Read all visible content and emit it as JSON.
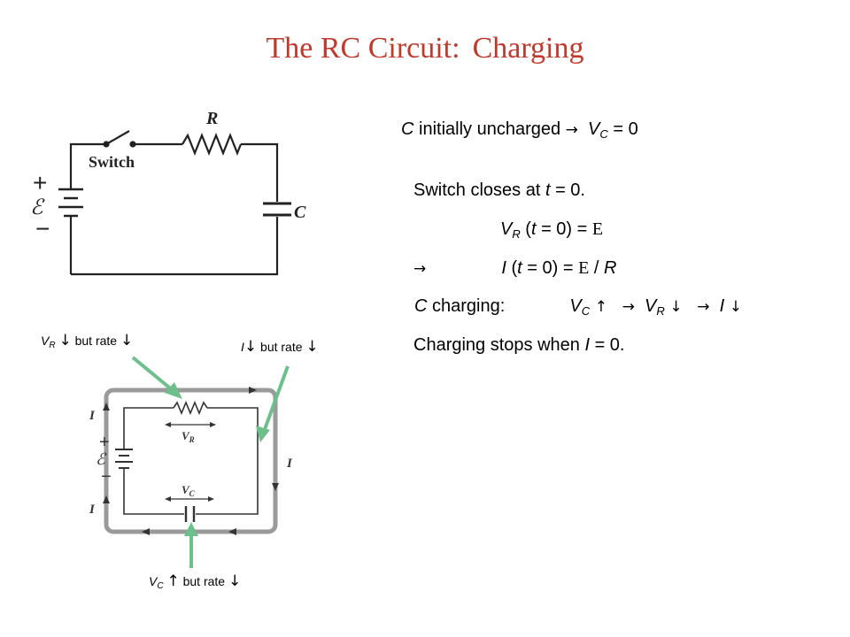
{
  "title": {
    "part1": "The RC Circuit:",
    "part2": "Charging"
  },
  "diagram1": {
    "switch_label": "Switch",
    "r_label": "R",
    "c_label": "C",
    "emf_label": "ℰ",
    "plus": "+",
    "minus": "−"
  },
  "diagram2": {
    "i_label": "I",
    "vr_label": "V",
    "vr_sub": "R",
    "vc_label": "V",
    "vc_sub": "C",
    "emf_label": "ℰ",
    "plus": "+",
    "minus": "−"
  },
  "statements": {
    "line1": {
      "c": "C",
      "text": " initially uncharged ",
      "arrow": "→",
      "v": "V",
      "sub": "C",
      "rest": " = 0"
    },
    "line2": {
      "text": "Switch closes at ",
      "t": "t",
      "rest": " = 0."
    },
    "line3": {
      "v": "V",
      "sub": "R",
      "open": " (",
      "t": "t",
      "rest": " = 0) = ",
      "e": "E"
    },
    "line4": {
      "arrow": "→",
      "i": "I",
      "open": " (",
      "t": "t",
      "rest": " = 0) = ",
      "e": "E",
      "slash": " / ",
      "r": "R"
    },
    "line5": {
      "c": "C",
      "text": " charging:",
      "v1": "V",
      "sub1": "C",
      "up": "↑",
      "arrow1": "→",
      "v2": "V",
      "sub2": "R",
      "down1": "↓",
      "arrow2": "→",
      "i": "I",
      "down2": "↓"
    },
    "line6": {
      "text": "Charging stops when ",
      "i": "I",
      "rest": " = 0."
    }
  },
  "annotations": {
    "vr": {
      "v": "V",
      "sub": "R",
      "down": "↓",
      "text": " but rate ",
      "down2": "↓"
    },
    "i": {
      "i": "I",
      "down": "↓",
      "text": " but rate ",
      "down2": "↓"
    },
    "vc": {
      "v": "V",
      "sub": "C",
      "up": "↑",
      "text": " but rate ",
      "down2": "↓"
    }
  },
  "colors": {
    "title": "#c0392b",
    "arrow": "#6dbf8b",
    "frame": "#9a9a9a"
  }
}
